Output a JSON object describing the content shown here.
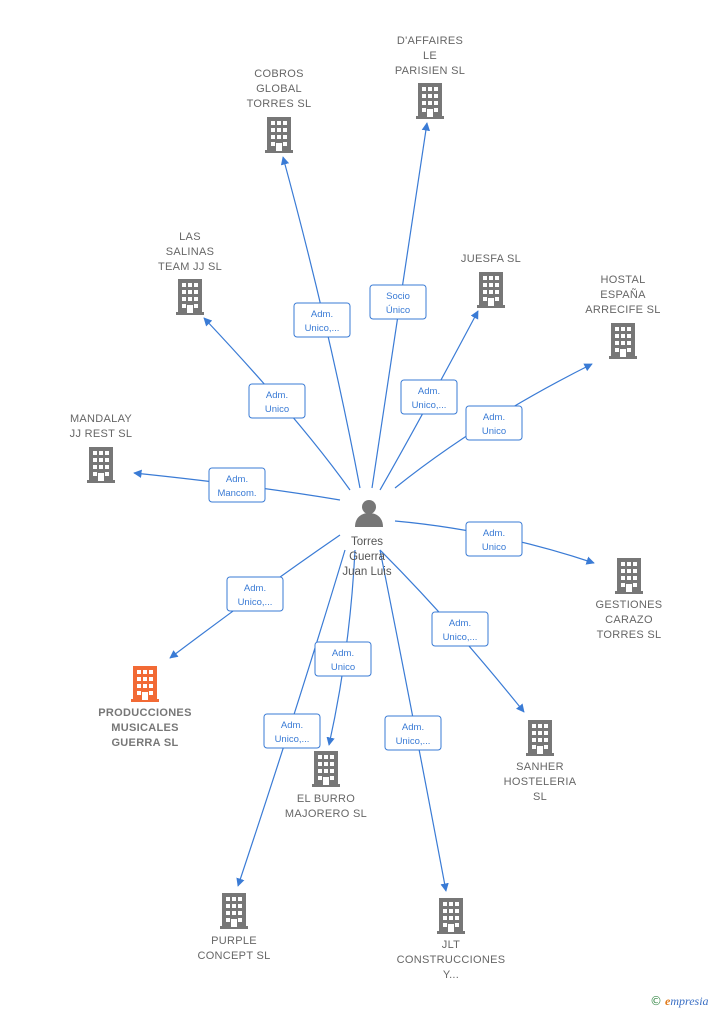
{
  "center": {
    "lines": [
      "Torres",
      "Guerra",
      "Juan Luis"
    ],
    "icon": "person-icon"
  },
  "companies": [
    {
      "id": "daffaires",
      "lines": [
        "D'AFFAIRES",
        "LE",
        "PARISIEN SL"
      ],
      "role": [
        "Socio",
        "Único"
      ],
      "highlight": false
    },
    {
      "id": "cobros",
      "lines": [
        "COBROS",
        "GLOBAL",
        "TORRES  SL"
      ],
      "role": [
        "Adm.",
        "Unico,..."
      ],
      "highlight": false
    },
    {
      "id": "salinas",
      "lines": [
        "LAS",
        "SALINAS",
        "TEAM JJ  SL"
      ],
      "role": [
        "Adm.",
        "Unico"
      ],
      "highlight": false
    },
    {
      "id": "juesfa",
      "lines": [
        "JUESFA SL"
      ],
      "role": [
        "Adm.",
        "Unico,..."
      ],
      "highlight": false
    },
    {
      "id": "hostal",
      "lines": [
        "HOSTAL",
        "ESPAÑA",
        "ARRECIFE  SL"
      ],
      "role": [
        "Adm.",
        "Unico"
      ],
      "highlight": false
    },
    {
      "id": "mandalay",
      "lines": [
        "MANDALAY",
        "JJ REST  SL"
      ],
      "role": [
        "Adm.",
        "Mancom."
      ],
      "highlight": false
    },
    {
      "id": "gestiones",
      "lines": [
        "GESTIONES",
        "CARAZO",
        "TORRES  SL"
      ],
      "role": [
        "Adm.",
        "Unico"
      ],
      "highlight": false
    },
    {
      "id": "producciones",
      "lines": [
        "PRODUCCIONES",
        "MUSICALES",
        "GUERRA  SL"
      ],
      "role": [
        "Adm.",
        "Unico,..."
      ],
      "highlight": true
    },
    {
      "id": "sanher",
      "lines": [
        "SANHER",
        "HOSTELERIA",
        "SL"
      ],
      "role": [
        "Adm.",
        "Unico,..."
      ],
      "highlight": false
    },
    {
      "id": "burro",
      "lines": [
        "EL BURRO",
        "MAJORERO SL"
      ],
      "role": [
        "Adm.",
        "Unico"
      ],
      "highlight": false
    },
    {
      "id": "purple",
      "lines": [
        "PURPLE",
        "CONCEPT SL"
      ],
      "role": [
        "Adm.",
        "Unico,..."
      ],
      "highlight": false
    },
    {
      "id": "jlt",
      "lines": [
        "JLT",
        "CONSTRUCCIONES",
        "Y..."
      ],
      "role": [
        "Adm.",
        "Unico,..."
      ],
      "highlight": false
    }
  ],
  "colors": {
    "edge": "#3a7bd5",
    "building": "#777777",
    "building_highlight": "#f26a35",
    "label": "#666666"
  },
  "brand": {
    "copyright": "©",
    "initial": "e",
    "rest": "mpresia"
  }
}
